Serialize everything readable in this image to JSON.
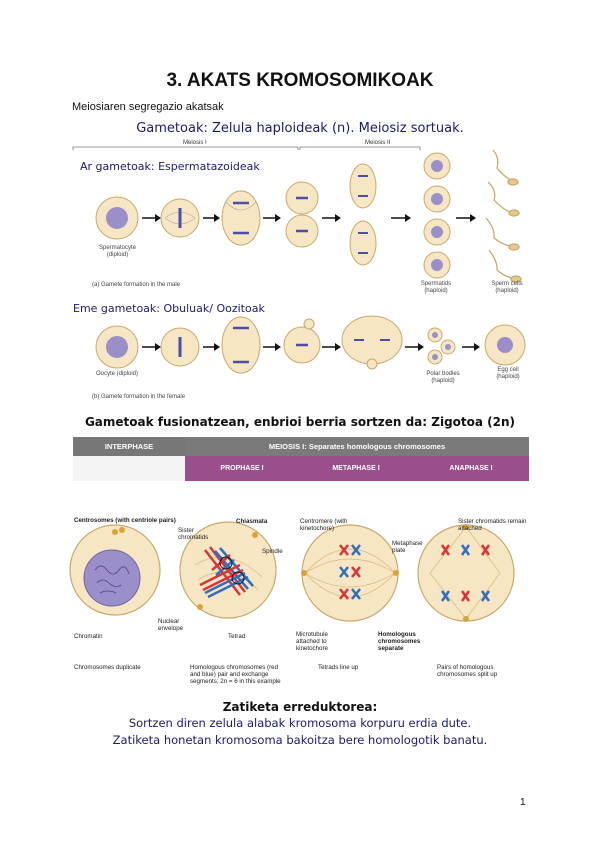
{
  "page": {
    "title": "3. AKATS KROMOSOMIKOAK",
    "subtitle": "Meiosiaren segregazio akatsak",
    "page_number": "1"
  },
  "gametogenesis": {
    "title": "Gametoak: Zelula haploideak (n). Meiosiz sortuak.",
    "meiosis1": "Meiosis I",
    "meiosis2": "Meiosis II",
    "male_label": "Ar gametoak: Espermatazoideak",
    "female_label": "Eme gametoak: Obuluak/ Oozitoak",
    "spermatocyte": "Spermatocyte (diploid)",
    "spermatids": "Spermatids (haploid)",
    "sperm_cells": "Sperm cells (haploid)",
    "caption_a": "(a) Gamete formation in the male",
    "oocyte": "Oocyte (diploid)",
    "polar_bodies": "Polar bodies (haploid)",
    "egg_cell": "Egg cell (haploid)",
    "caption_b": "(b) Gamete formation in the female",
    "zygote_line": "Gametoak fusionatzean, enbrioi berria sortzen da: Zigotoa (2n)"
  },
  "meiosis_band": {
    "interphase": "INTERPHASE",
    "meiosis": "MEIOSIS I: Separates homologous chromosomes",
    "prophase": "PROPHASE I",
    "metaphase": "METAPHASE I",
    "anaphase": "ANAPHASE I"
  },
  "meiosis_labels": {
    "centrosomes": "Centrosomes (with centriole pairs)",
    "chromatin": "Chromatin",
    "nuclear_envelope": "Nuclear envelope",
    "sister_chromatids": "Sister chromatids",
    "chiasmata": "Chiasmata",
    "spindle": "Spindle",
    "tetrad": "Tetrad",
    "centromere": "Centromere (with kinetochore)",
    "metaphase_plate": "Metaphase plate",
    "microtubule": "Microtubule attached to kinetochore",
    "sister_remain": "Sister chromatids remain attached",
    "homologous_separate": "Homologous chromosomes separate",
    "cap1": "Chromosomes duplicate",
    "cap2": "Homologous chromosomes (red and blue) pair and exchange segments; 2n = 6 in this example",
    "cap3": "Tetrads line up",
    "cap4": "Pairs of homologous chromosomes split up"
  },
  "zatiketa": {
    "title": "Zatiketa erreduktorea:",
    "line1": "Sortzen diren zelula alabak kromosoma korpuru erdia dute.",
    "line2": "Zatiketa honetan kromosoma bakoitza bere homologotik banatu."
  },
  "colors": {
    "cell_fill": "#f6e6c4",
    "cell_stroke": "#c9a96a",
    "nucleus": "#9b8fc9",
    "chrom_red": "#d8343a",
    "chrom_blue": "#2f6fc0",
    "band_purple": "#9a4e8c",
    "band_gray": "#7a7a7a",
    "ink_blue": "#1a1a7a"
  }
}
